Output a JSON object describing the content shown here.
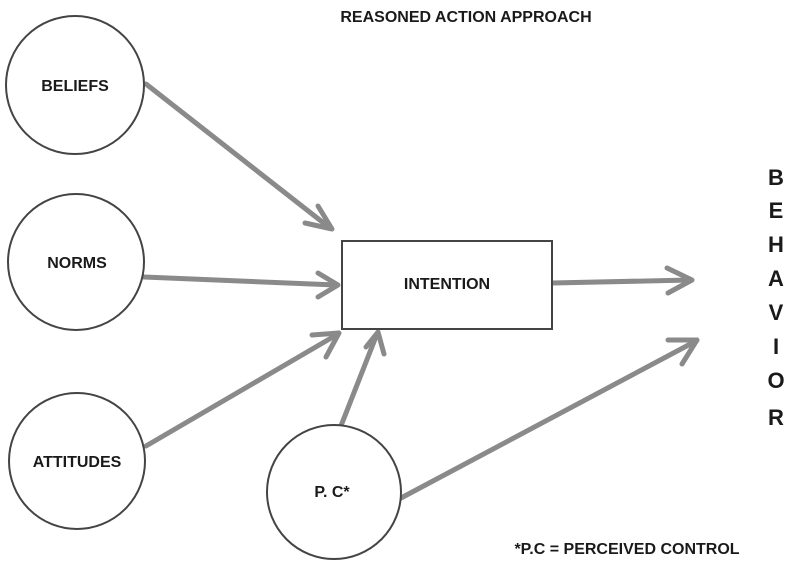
{
  "title": "REASONED ACTION APPROACH",
  "nodes": {
    "beliefs": "BELIEFS",
    "norms": "NORMS",
    "attitudes": "ATTITUDES",
    "pc": "P. C*",
    "intention": "INTENTION"
  },
  "behavior_letters": [
    "B",
    "E",
    "H",
    "A",
    "V",
    "I",
    "O",
    "R"
  ],
  "footnote": "*P.C = PERCEIVED CONTROL",
  "colors": {
    "arrow": "#8a8a8a",
    "outline": "#444444",
    "text": "#1a1a1a"
  }
}
